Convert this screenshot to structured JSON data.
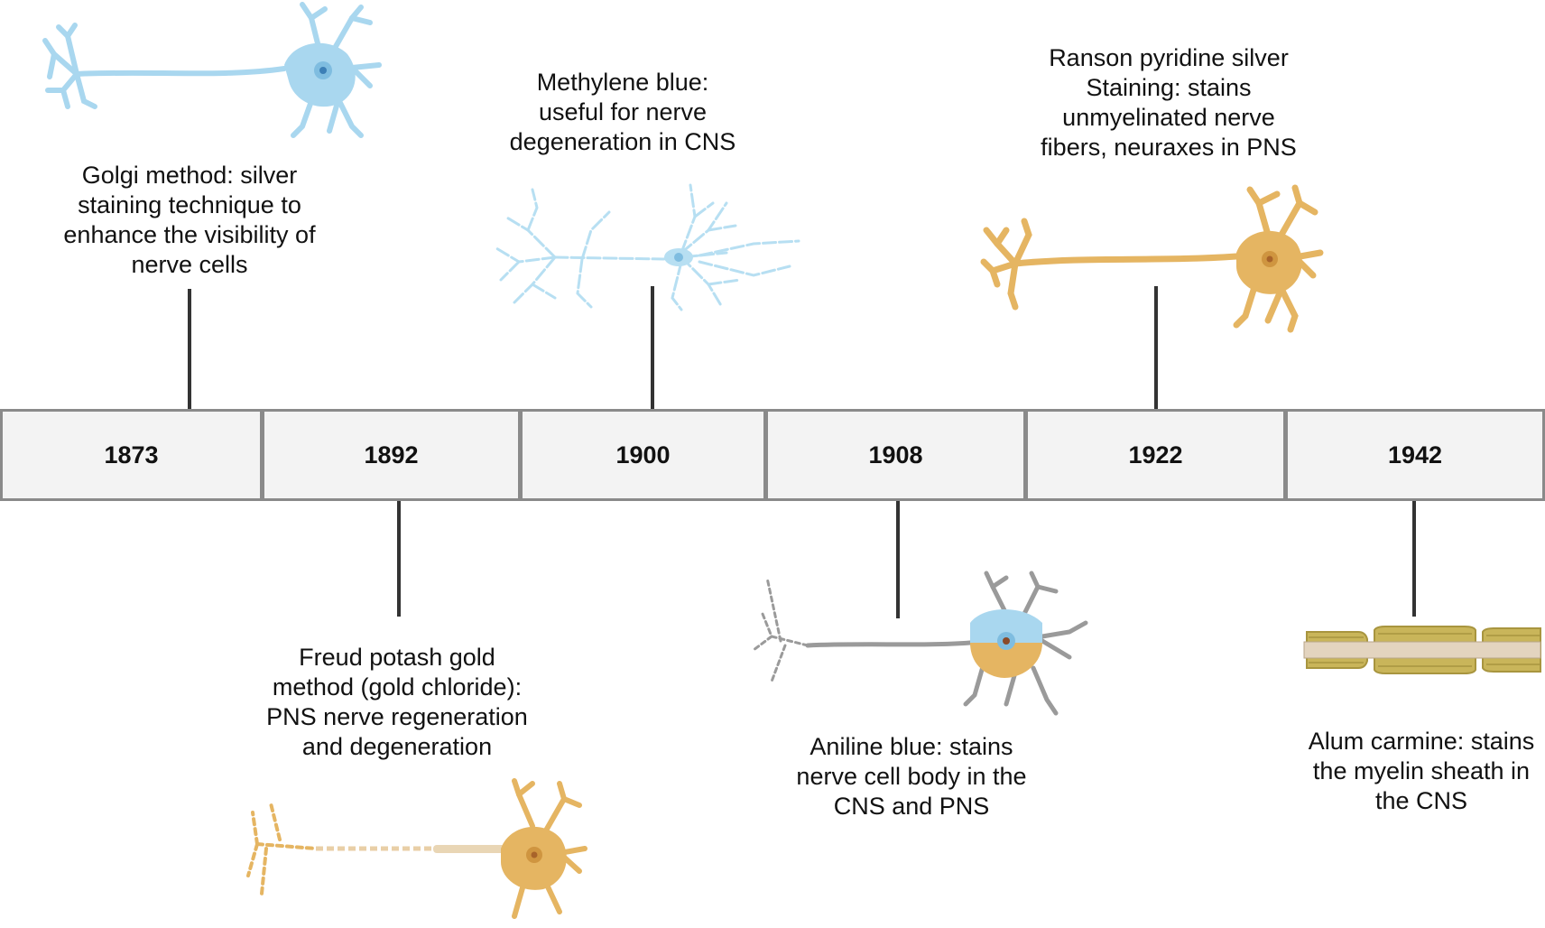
{
  "years": [
    "1873",
    "1892",
    "1900",
    "1908",
    "1922",
    "1942"
  ],
  "events": [
    {
      "year": "1873",
      "caption": "Golgi method: silver\nstaining technique to\nenhance the visibility of\nnerve cells"
    },
    {
      "year": "1892",
      "caption": "Freud potash gold\nmethod (gold chloride):\nPNS nerve regeneration\nand degeneration"
    },
    {
      "year": "1900",
      "caption": "Methylene blue:\nuseful for nerve\ndegeneration in CNS"
    },
    {
      "year": "1908",
      "caption": "Aniline blue: stains\nnerve cell body in the\nCNS and PNS"
    },
    {
      "year": "1922",
      "caption": "Ranson pyridine silver\nStaining: stains\nunmyelinated nerve\nfibers, neuraxes in PNS"
    },
    {
      "year": "1942",
      "caption": "Alum carmine: stains\nthe myelin sheath in\nthe CNS"
    }
  ],
  "colors": {
    "blue_neuron": "#a9d7ef",
    "gold_neuron": "#e5b562",
    "grey_neuron": "#9a9a9a",
    "myelin": "#c9b55a",
    "axon_core": "#e3d4bf"
  },
  "icons": [
    "neuron-blue-icon",
    "neuron-gold-degenerating-icon",
    "neuron-blue-dendritic-icon",
    "neuron-grey-blue-gold-icon",
    "neuron-gold-icon",
    "myelin-sheath-icon"
  ]
}
